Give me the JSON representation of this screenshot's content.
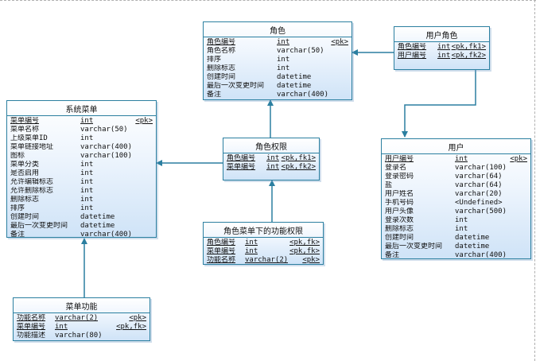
{
  "entities": {
    "role": {
      "title": "角色",
      "rows": [
        {
          "name": "角色编号",
          "type": "int",
          "key": "<pk>",
          "u": true
        },
        {
          "name": "角色名称",
          "type": "varchar(50)",
          "key": "",
          "u": false
        },
        {
          "name": "排序",
          "type": "int",
          "key": "",
          "u": false
        },
        {
          "name": "删除标志",
          "type": "int",
          "key": "",
          "u": false
        },
        {
          "name": "创建时间",
          "type": "datetime",
          "key": "",
          "u": false
        },
        {
          "name": "最后一次变更时间",
          "type": "datetime",
          "key": "",
          "u": false
        },
        {
          "name": "备注",
          "type": "varchar(400)",
          "key": "",
          "u": false
        }
      ]
    },
    "user_role": {
      "title": "用户角色",
      "rows": [
        {
          "name": "角色编号",
          "type": "int",
          "key": "<pk,fk1>",
          "u": true
        },
        {
          "name": "用户编号",
          "type": "int",
          "key": "<pk,fk2>",
          "u": true
        }
      ]
    },
    "system_menu": {
      "title": "系统菜单",
      "rows": [
        {
          "name": "菜单编号",
          "type": "int",
          "key": "<pk>",
          "u": true
        },
        {
          "name": "菜单名称",
          "type": "varchar(50)",
          "key": "",
          "u": false
        },
        {
          "name": "上级菜单ID",
          "type": "int",
          "key": "",
          "u": false
        },
        {
          "name": "菜单链接地址",
          "type": "varchar(400)",
          "key": "",
          "u": false
        },
        {
          "name": "图标",
          "type": "varchar(100)",
          "key": "",
          "u": false
        },
        {
          "name": "菜单分类",
          "type": "int",
          "key": "",
          "u": false
        },
        {
          "name": "是否启用",
          "type": "int",
          "key": "",
          "u": false
        },
        {
          "name": "允许编辑标志",
          "type": "int",
          "key": "",
          "u": false
        },
        {
          "name": "允许删除标志",
          "type": "int",
          "key": "",
          "u": false
        },
        {
          "name": "删除标志",
          "type": "int",
          "key": "",
          "u": false
        },
        {
          "name": "排序",
          "type": "int",
          "key": "",
          "u": false
        },
        {
          "name": "创建时间",
          "type": "datetime",
          "key": "",
          "u": false
        },
        {
          "name": "最后一次变更时间",
          "type": "datetime",
          "key": "",
          "u": false
        },
        {
          "name": "备注",
          "type": "varchar(400)",
          "key": "",
          "u": false
        }
      ]
    },
    "role_permission": {
      "title": "角色权限",
      "rows": [
        {
          "name": "角色编号",
          "type": "int",
          "key": "<pk,fk1>",
          "u": true
        },
        {
          "name": "菜单编号",
          "type": "int",
          "key": "<pk,fk2>",
          "u": true
        }
      ]
    },
    "user": {
      "title": "用户",
      "rows": [
        {
          "name": "用户编号",
          "type": "int",
          "key": "<pk>",
          "u": true
        },
        {
          "name": "登录名",
          "type": "varchar(100)",
          "key": "",
          "u": false
        },
        {
          "name": "登录密码",
          "type": "varchar(64)",
          "key": "",
          "u": false
        },
        {
          "name": "盐",
          "type": "varchar(64)",
          "key": "",
          "u": false
        },
        {
          "name": "用户姓名",
          "type": "varchar(20)",
          "key": "",
          "u": false
        },
        {
          "name": "手机号码",
          "type": "<Undefined>",
          "key": "",
          "u": false
        },
        {
          "name": "用户头像",
          "type": "varchar(500)",
          "key": "",
          "u": false
        },
        {
          "name": "登录次数",
          "type": "int",
          "key": "",
          "u": false
        },
        {
          "name": "删除标志",
          "type": "int",
          "key": "",
          "u": false
        },
        {
          "name": "创建时间",
          "type": "datetime",
          "key": "",
          "u": false
        },
        {
          "name": "最后一次变更时间",
          "type": "datetime",
          "key": "",
          "u": false
        },
        {
          "name": "备注",
          "type": "varchar(400)",
          "key": "",
          "u": false
        }
      ]
    },
    "role_menu_function_permission": {
      "title": "角色菜单下的功能权限",
      "rows": [
        {
          "name": "角色编号",
          "type": "int",
          "key": "<pk,fk>",
          "u": true
        },
        {
          "name": "菜单编号",
          "type": "int",
          "key": "<pk,fk>",
          "u": true
        },
        {
          "name": "功能名称",
          "type": "varchar(2)",
          "key": "<pk>",
          "u": true
        }
      ]
    },
    "menu_function": {
      "title": "菜单功能",
      "rows": [
        {
          "name": "功能名称",
          "type": "varchar(2)",
          "key": "<pk>",
          "u": true
        },
        {
          "name": "菜单编号",
          "type": "int",
          "key": "<pk,fk>",
          "u": true
        },
        {
          "name": "功能描述",
          "type": "varchar(80)",
          "key": "",
          "u": false
        }
      ]
    }
  },
  "colors": {
    "border": "#2b7fa0",
    "connector": "#2b7fa0"
  }
}
